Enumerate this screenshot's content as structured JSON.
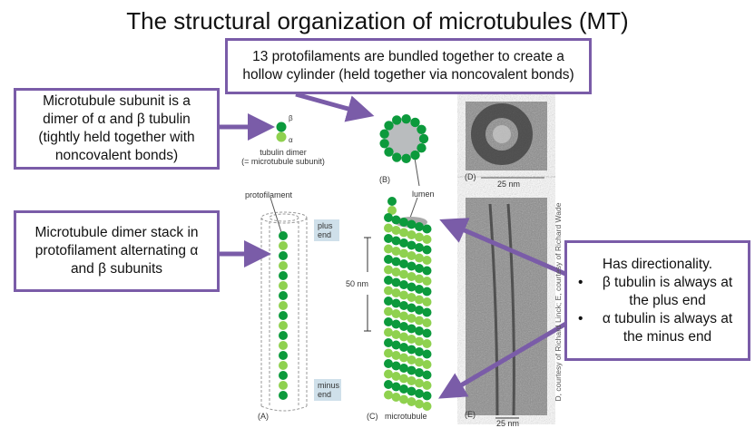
{
  "title": "The structural organization of microtubules (MT)",
  "callouts": {
    "protofilaments": "13 protofilaments are bundled together to create a hollow cylinder (held together via noncovalent bonds)",
    "subunit": "Microtubule subunit is a dimer of α and β tubulin (tightly held together with noncovalent bonds)",
    "stack": "Microtubule dimer stack in protofilament alternating α and β subunits",
    "directionality_heading": "Has directionality.",
    "directionality_points": [
      "β tubulin is always at the plus end",
      "α tubulin is always at the minus end"
    ]
  },
  "figure": {
    "beta": "β",
    "alpha": "α",
    "dimer_label": "tubulin dimer",
    "dimer_sub": "(= microtubule subunit)",
    "panel_a": "(A)",
    "panel_b": "(B)",
    "panel_c": "(C)",
    "panel_d": "(D)",
    "panel_e": "(E)",
    "protofilament": "protofilament",
    "lumen": "lumen",
    "plus_end": "plus end",
    "minus_end": "minus end",
    "scale_50": "50 nm",
    "scale_25_d": "25 nm",
    "scale_25_e": "25 nm",
    "microtubule": "microtubule",
    "credit": "D, courtesy of Richard Linck; E, courtesy of Richard Wade"
  },
  "colors": {
    "accent": "#7a5ca8",
    "beta": "#0c9a3c",
    "alpha": "#8fd14f",
    "lumen": "#b9bcbe"
  }
}
